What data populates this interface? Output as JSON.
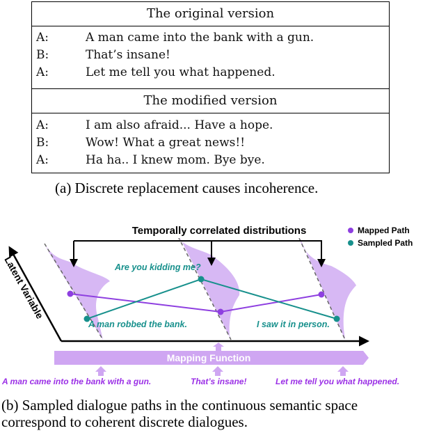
{
  "table": {
    "original_header": "The original version",
    "original_rows": [
      {
        "speaker": "A:",
        "text": "A man came into the bank with a gun."
      },
      {
        "speaker": "B:",
        "text": "That’s insane!"
      },
      {
        "speaker": "A:",
        "text": "Let me tell you what happened."
      }
    ],
    "modified_header": "The modified version",
    "modified_rows": [
      {
        "speaker": "A:",
        "text": "I am also afraid... Have a hope."
      },
      {
        "speaker": "B:",
        "text": "Wow! What a great news!!"
      },
      {
        "speaker": "A:",
        "text": "Ha ha.. I knew mom. Bye bye."
      }
    ]
  },
  "caption_a": "(a) Discrete replacement causes incoherence.",
  "figure": {
    "title": "Temporally correlated distributions",
    "legend": [
      {
        "label": "Mapped Path",
        "color": "#8e3fe0"
      },
      {
        "label": "Sampled Path",
        "color": "#17908c"
      }
    ],
    "y_axis_label": "Latent Variable",
    "sampled_labels": [
      "A man robbed the bank.",
      "Are you kidding me?",
      "I saw it in person."
    ],
    "mapping_function_label": "Mapping Function",
    "inputs": [
      "A man came into the bank with a gun.",
      "That’s insane!",
      "Let me tell you what happened."
    ],
    "colors": {
      "mapped": "#8e3fe0",
      "sampled": "#17908c",
      "distribution": "#d7b8f4",
      "input_text": "#9b30e6",
      "bar": "#cfa6f2"
    }
  },
  "caption_b_line1": "(b) Sampled dialogue paths in the continuous semantic space",
  "caption_b_line2": "correspond to coherent discrete dialogues."
}
